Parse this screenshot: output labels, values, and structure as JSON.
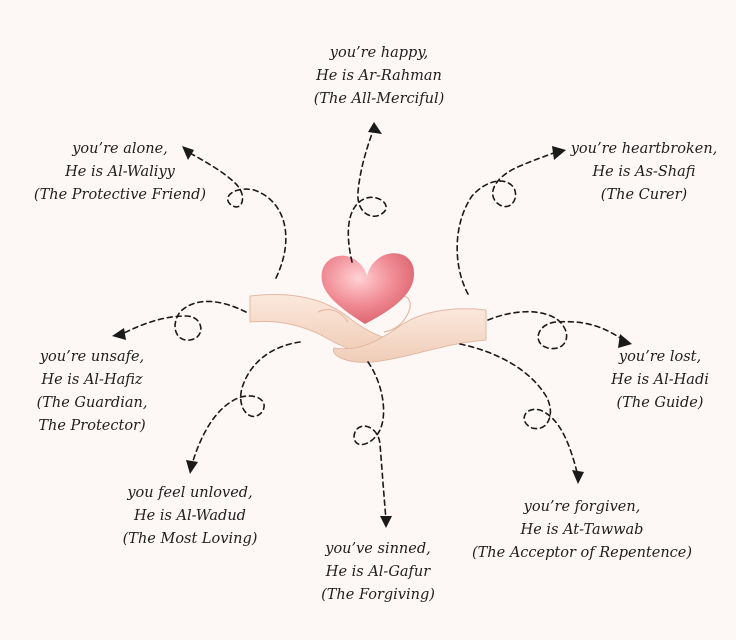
{
  "labels": [
    {
      "id": "happy",
      "lines": [
        "you’re happy,",
        "He is Ar-Rahman",
        "(The All-Merciful)"
      ]
    },
    {
      "id": "alone",
      "lines": [
        "you’re alone,",
        "He is Al-Waliyy",
        "(The Protective Friend)"
      ]
    },
    {
      "id": "heartbroken",
      "lines": [
        "you’re heartbroken,",
        "He is As-Shafi",
        "(The Curer)"
      ]
    },
    {
      "id": "unsafe",
      "lines": [
        "you’re unsafe,",
        "He is Al-Hafiz",
        "(The Guardian,",
        "The Protector)"
      ]
    },
    {
      "id": "lost",
      "lines": [
        "you’re lost,",
        "He is Al-Hadi",
        "(The Guide)"
      ]
    },
    {
      "id": "unloved",
      "lines": [
        "you feel unloved,",
        "He is Al-Wadud",
        "(The Most Loving)"
      ]
    },
    {
      "id": "sinned",
      "lines": [
        "you’ve sinned,",
        "He is Al-Gafur",
        "(The Forgiving)"
      ]
    },
    {
      "id": "forgiven",
      "lines": [
        "you’re forgiven,",
        "He is At-Tawwab",
        "(The Acceptor of Repentence)"
      ]
    }
  ],
  "colors": {
    "background": "#fdf8f6",
    "heart": "#f08a93",
    "hand": "#f6dccb",
    "ink": "#1a1a1a"
  },
  "center_icon": "heart-in-hands-icon"
}
